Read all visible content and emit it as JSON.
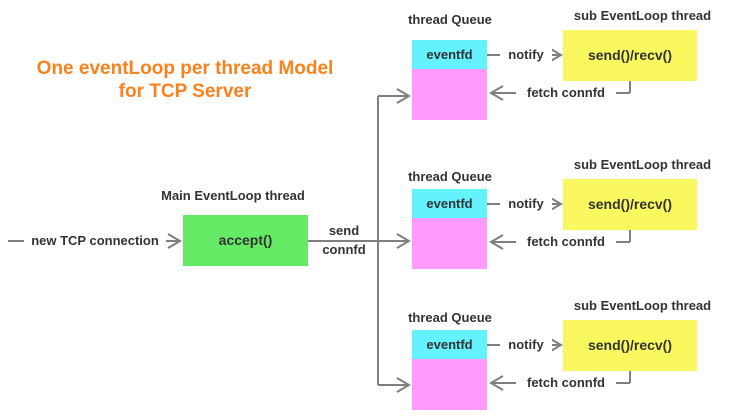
{
  "title": {
    "line1": "One eventLoop per thread Model",
    "line2": "for TCP Server"
  },
  "main": {
    "thread_label": "Main EventLoop thread",
    "accept_box_label": "accept()",
    "new_connection_label": "new TCP connection",
    "send_connfd_line1": "send",
    "send_connfd_line2": "connfd"
  },
  "rows": [
    {
      "queue_label": "thread Queue",
      "eventfd_label": "eventfd",
      "sub_thread_label": "sub EventLoop thread",
      "sub_box_label": "send()/recv()",
      "notify_label": "notify",
      "fetch_label": "fetch connfd"
    },
    {
      "queue_label": "thread Queue",
      "eventfd_label": "eventfd",
      "sub_thread_label": "sub EventLoop thread",
      "sub_box_label": "send()/recv()",
      "notify_label": "notify",
      "fetch_label": "fetch connfd"
    },
    {
      "queue_label": "thread Queue",
      "eventfd_label": "eventfd",
      "sub_thread_label": "sub EventLoop thread",
      "sub_box_label": "send()/recv()",
      "notify_label": "notify",
      "fetch_label": "fetch connfd"
    }
  ],
  "colors": {
    "title_orange": "#F8821D",
    "accept_green": "#65EA65",
    "eventfd_cyan": "#63F2FE",
    "queue_magenta": "#FE9AFA",
    "sub_yellow": "#F9F95F",
    "line_gray": "#7F7F7F",
    "text_dark": "#333333"
  }
}
